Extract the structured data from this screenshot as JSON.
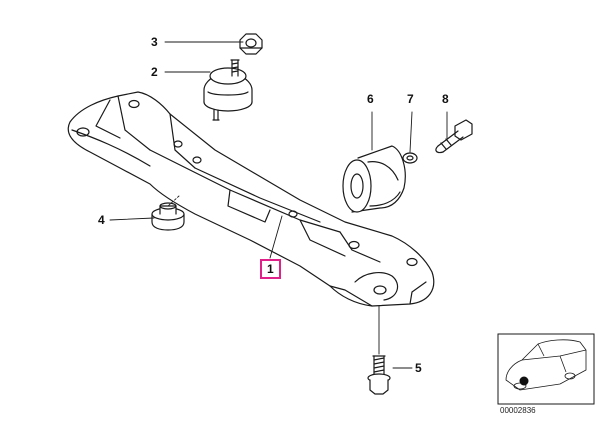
{
  "callouts": {
    "c1": "1",
    "c2": "2",
    "c3": "3",
    "c4": "4",
    "c5": "5",
    "c6": "6",
    "c7": "7",
    "c8": "8"
  },
  "diagram_reference": "00002836",
  "colors": {
    "line": "#1a1a1a",
    "highlight": "#e0218a",
    "fill": "#ffffff"
  }
}
